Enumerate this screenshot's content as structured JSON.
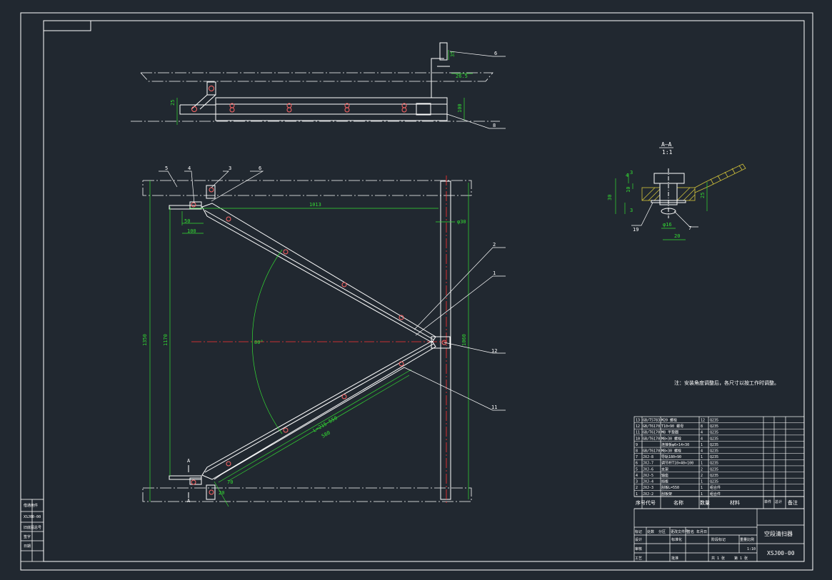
{
  "colors": {
    "background": "#212830",
    "line": "#ffffff",
    "dimension": "#33dd33",
    "centerline": "#ff2222",
    "hatch": "#d4c43a",
    "label": "#ffffff"
  },
  "top_view": {
    "dims": {
      "d25": "25",
      "d35": "35",
      "d26_5": "26.5",
      "d100": "100"
    },
    "balloons": {
      "six": "6",
      "eight": "8"
    }
  },
  "front_view": {
    "balloons": {
      "b5": "5",
      "b4": "4",
      "b3": "3",
      "b6": "6",
      "b2": "2",
      "b1": "1",
      "b12": "12",
      "b11": "11"
    },
    "dims": {
      "d1013": "1013",
      "d50": "50",
      "d100": "100",
      "d30": "φ30",
      "d1350": "1350",
      "d1170": "1170",
      "d1060": "1060",
      "angle": "80°",
      "d70": "70",
      "d40": "20",
      "range": "L=215~550",
      "d580": "580"
    },
    "section_mark": "A"
  },
  "section": {
    "title": "A—A",
    "scale": "1:1",
    "dims": {
      "d4": "4",
      "d3": "3",
      "d10": "10",
      "d30": "30",
      "d3b": "3",
      "d25": "25",
      "dphi16": "φ16",
      "d20": "20"
    },
    "balloons": {
      "b19": "19",
      "b7": "7"
    }
  },
  "note": "注：安装角度调整后，各尺寸以按工作时调整。",
  "parts_table": {
    "rows": [
      [
        "13",
        "GB/T5783",
        "M20 螺栓",
        "12",
        "Q235",
        "",
        ""
      ],
      [
        "12",
        "GB/T6170",
        "T10×90 螺母",
        "8",
        "Q235",
        "",
        ""
      ],
      [
        "11",
        "GB/T6170",
        "M8 平垫圈",
        "4",
        "Q235",
        "",
        ""
      ],
      [
        "10",
        "GB/T6170",
        "M8×30 螺栓",
        "4",
        "Q235",
        "",
        ""
      ],
      [
        "9",
        "",
        "连接板φ6×14×30",
        "1",
        "Q235",
        "",
        ""
      ],
      [
        "8",
        "GB/T6170",
        "M8×30 螺栓",
        "4",
        "Q235",
        "",
        ""
      ],
      [
        "7",
        "JXJ-8",
        "导轨180×90",
        "1",
        "Q235",
        "",
        ""
      ],
      [
        "6",
        "JXJ-7",
        "调节杆T10×40×100",
        "1",
        "Q235",
        "",
        ""
      ],
      [
        "5",
        "JXJ-6",
        "支架",
        "2",
        "Q235",
        "",
        ""
      ],
      [
        "4",
        "JXJ-5",
        "轴座",
        "2",
        "Q235",
        "",
        ""
      ],
      [
        "3",
        "JXJ-4",
        "挡板",
        "1",
        "Q235",
        "",
        ""
      ],
      [
        "2",
        "JXJ-3",
        "刮板L=550",
        "1",
        "组合件",
        "",
        ""
      ],
      [
        "1",
        "JXJ-2",
        "刮板架",
        "1",
        "组合件",
        "",
        ""
      ]
    ],
    "header": [
      "序号",
      "代号",
      "名称",
      "数量",
      "材料",
      "单件",
      "总计",
      "备注"
    ]
  },
  "title_block": {
    "drawing_name": "空段清扫器",
    "drawing_number": "XSJ00-00",
    "row_labels": [
      "标记",
      "处数",
      "分区",
      "更改文件号",
      "签名",
      "年月日"
    ],
    "roles": [
      "设计",
      "审核",
      "工艺"
    ],
    "std": "标准化",
    "approve": "批准",
    "stage": "阶段标记",
    "weight": "重量",
    "scale": "比例",
    "scale_value": "1:10",
    "sheets": "共 1 张",
    "sheet_no": "第 1 张"
  },
  "side_strip": [
    "借通用件",
    "XSJ00-00",
    "旧底图总号",
    "签字",
    "日期"
  ]
}
